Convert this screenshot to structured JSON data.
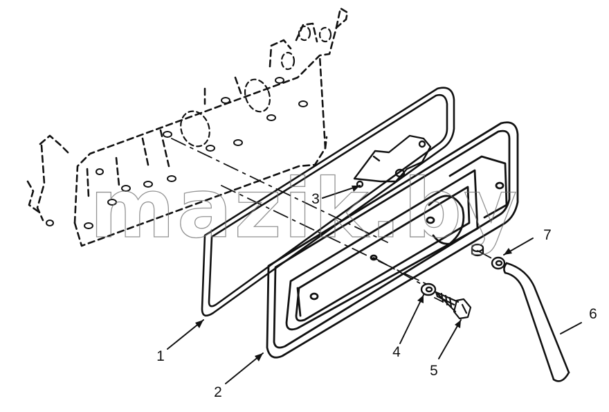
{
  "diagram": {
    "type": "exploded-parts-drawing",
    "watermark": "mazik.by",
    "callouts": [
      {
        "id": "1",
        "label": "1"
      },
      {
        "id": "2",
        "label": "2"
      },
      {
        "id": "3",
        "label": "3"
      },
      {
        "id": "4",
        "label": "4"
      },
      {
        "id": "5",
        "label": "5"
      },
      {
        "id": "6",
        "label": "6"
      },
      {
        "id": "7",
        "label": "7"
      }
    ],
    "colors": {
      "line": "#111111",
      "background": "#ffffff",
      "watermark": "#6f6f6f"
    }
  }
}
